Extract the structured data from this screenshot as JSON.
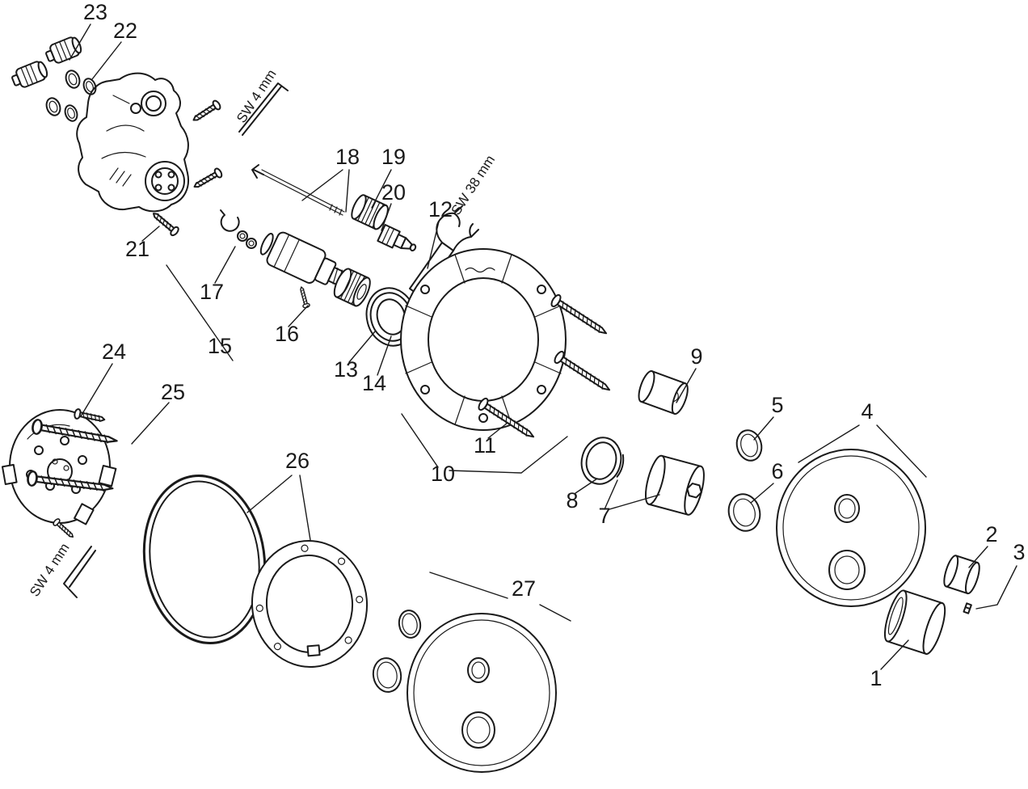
{
  "diagram": {
    "type": "exploded-parts-diagram",
    "background_color": "#ffffff",
    "line_color": "#1a1a1a",
    "parts": [
      {
        "number": "1"
      },
      {
        "number": "2"
      },
      {
        "number": "3"
      },
      {
        "number": "4"
      },
      {
        "number": "5"
      },
      {
        "number": "6"
      },
      {
        "number": "7"
      },
      {
        "number": "8"
      },
      {
        "number": "9"
      },
      {
        "number": "10"
      },
      {
        "number": "11"
      },
      {
        "number": "12"
      },
      {
        "number": "13"
      },
      {
        "number": "14"
      },
      {
        "number": "15"
      },
      {
        "number": "16"
      },
      {
        "number": "17"
      },
      {
        "number": "18"
      },
      {
        "number": "19"
      },
      {
        "number": "20"
      },
      {
        "number": "21"
      },
      {
        "number": "22"
      },
      {
        "number": "23"
      },
      {
        "number": "24"
      },
      {
        "number": "25"
      },
      {
        "number": "26"
      },
      {
        "number": "27"
      }
    ],
    "annotations": [
      {
        "id": "allen-key-top-size",
        "text": "SW 4 mm"
      },
      {
        "id": "wrench-size",
        "text": "SW 38 mm"
      },
      {
        "id": "allen-key-bottom-size",
        "text": "SW 4 mm"
      }
    ]
  }
}
